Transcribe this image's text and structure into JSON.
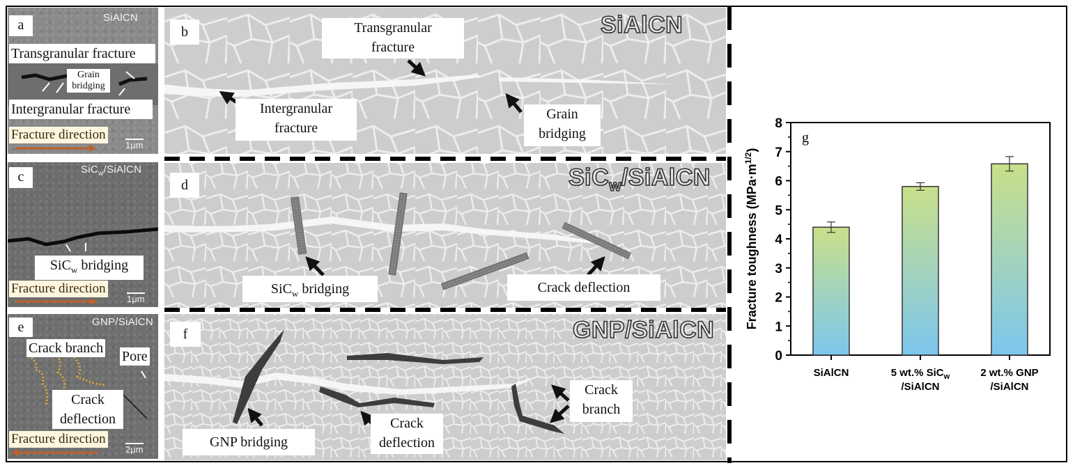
{
  "panels": {
    "a": {
      "letter": "a",
      "title": "SiAlCN",
      "transgranular": "Transgranular fracture",
      "grain_bridging_1": "Grain",
      "grain_bridging_2": "bridging",
      "intergranular": "Intergranular fracture",
      "direction": "Fracture direction",
      "scale": "1μm"
    },
    "b": {
      "letter": "b",
      "title": "SiAlCN",
      "transgranular_1": "Transgranular",
      "transgranular_2": "fracture",
      "intergranular_1": "Intergranular",
      "intergranular_2": "fracture",
      "grain_bridging_1": "Grain",
      "grain_bridging_2": "bridging"
    },
    "c": {
      "letter": "c",
      "title_main": "SiC",
      "title_sub": "w",
      "title_rest": "/SiAlCN",
      "bridging_main": "SiC",
      "bridging_sub": "w",
      "bridging_rest": " bridging",
      "direction": "Fracture direction",
      "scale": "1μm"
    },
    "d": {
      "letter": "d",
      "title_main": "SiC",
      "title_sub": "w",
      "title_rest": "/SiAlCN",
      "bridging_main": "SiC",
      "bridging_sub": "w",
      "bridging_rest": " bridging",
      "deflection": "Crack deflection"
    },
    "e": {
      "letter": "e",
      "title": "GNP/SiAlCN",
      "crack_branch": "Crack branch",
      "pore": "Pore",
      "deflection_1": "Crack",
      "deflection_2": "deflection",
      "direction": "Fracture direction",
      "scale": "2μm"
    },
    "f": {
      "letter": "f",
      "title": "GNP/SiAlCN",
      "gnp_bridging": "GNP bridging",
      "deflection_1": "Crack",
      "deflection_2": "deflection",
      "branch_1": "Crack",
      "branch_2": "branch"
    }
  },
  "chart_data": {
    "type": "bar",
    "panel_letter": "g",
    "categories": [
      {
        "line1": "SiAlCN",
        "line2": ""
      },
      {
        "line1_main": "5 wt.% SiC",
        "line1_sub": "w",
        "line2": "/SiAlCN"
      },
      {
        "line1": "2 wt.% GNP",
        "line2": "/SiAlCN"
      }
    ],
    "values": [
      4.4,
      5.8,
      6.58
    ],
    "errors": [
      0.18,
      0.13,
      0.25
    ],
    "ylabel_main": "Fracture toughness (MPa·m",
    "ylabel_sup": "1/2",
    "ylabel_end": ")",
    "ylim": [
      0,
      8
    ],
    "yticks": [
      "0",
      "1",
      "2",
      "3",
      "4",
      "5",
      "6",
      "7",
      "8"
    ],
    "bar_gradient": {
      "top": "#c9e08a",
      "bottom": "#7cc6ee"
    },
    "grid": false
  },
  "colors": {
    "dash": "#000000",
    "frame": "#000000",
    "arrow": "#111111",
    "crack": "#f4f4f4",
    "grain_fill": "#cdcdcd",
    "grain_line": "#eeeeee"
  }
}
